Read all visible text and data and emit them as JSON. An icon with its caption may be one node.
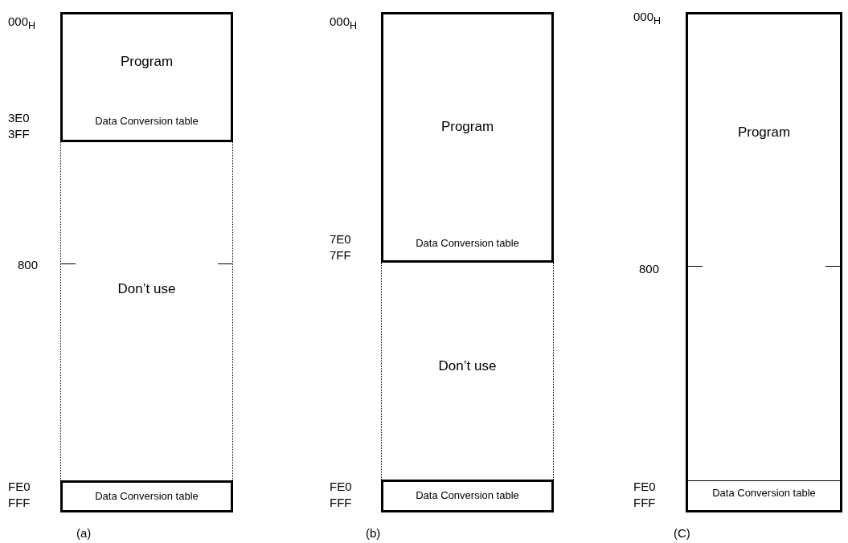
{
  "diagram": {
    "nodes": [
      {
        "text": [
          "Program"
        ]
      },
      {
        "text": [
          "Data Conversion table"
        ]
      },
      {
        "text": [
          "Don’t use"
        ]
      },
      {
        "text": [
          "Data Conversion table"
        ]
      },
      {
        "text": [
          "Program"
        ]
      },
      {
        "text": [
          "Data Conversion table"
        ]
      },
      {
        "text": [
          "Don’t use"
        ]
      },
      {
        "text": [
          "Data Conversion table"
        ]
      },
      {
        "text": [
          "Program"
        ]
      },
      {
        "text": [
          "Data Conversion table"
        ]
      }
    ],
    "labels": [
      "000$_{H}$",
      "3E0",
      "3FF",
      "800",
      "FE0",
      "FFF",
      "(a)",
      "000$_{H}$",
      "7E0",
      "7FF",
      "FE0",
      "FFF",
      "(b)",
      "000$_{H}$",
      "800",
      "FE0",
      "FFF",
      "(C)"
    ]
  }
}
